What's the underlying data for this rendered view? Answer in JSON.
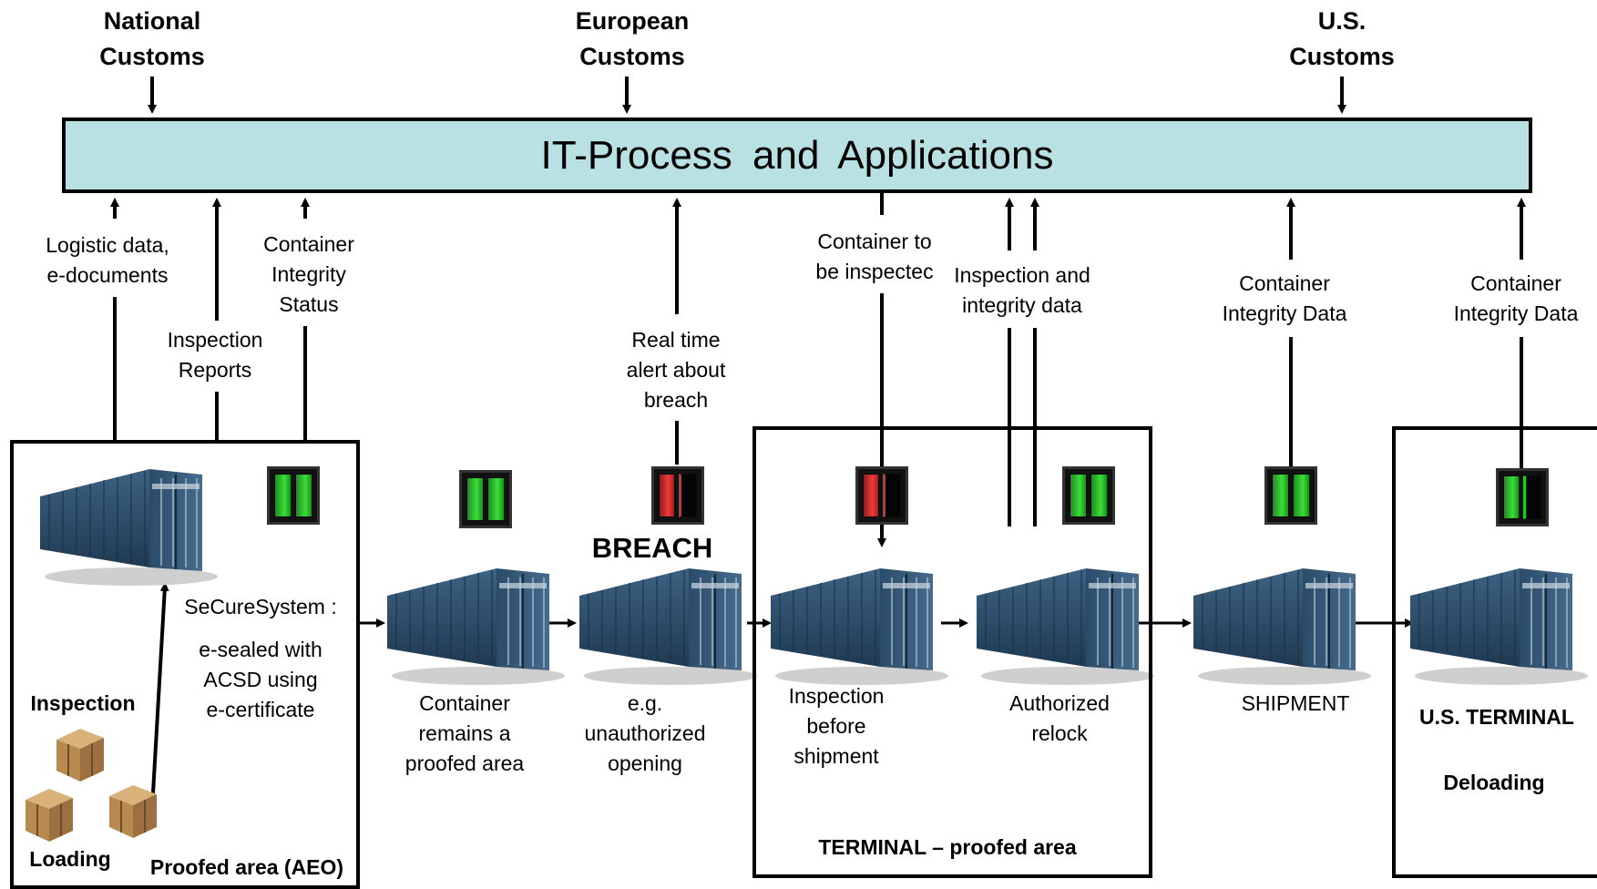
{
  "customs": {
    "national": [
      "National",
      "Customs"
    ],
    "european": [
      "European",
      "Customs"
    ],
    "us": [
      "U.S.",
      "Customs"
    ]
  },
  "it_bar": {
    "title": "IT-Process  and  Applications"
  },
  "flows": {
    "logistic": [
      "Logistic data,",
      "e-documents"
    ],
    "inspection_reports": [
      "Inspection",
      "Reports"
    ],
    "integrity_status": [
      "Container",
      "Integrity",
      "Status"
    ],
    "realtime_alert": [
      "Real time",
      "alert about",
      "breach"
    ],
    "to_be_inspected": [
      "Container to",
      "be inspectec"
    ],
    "inspection_integrity": [
      "Inspection and",
      "integrity data"
    ],
    "integrity_data_1": [
      "Container",
      "Integrity Data"
    ],
    "integrity_data_2": [
      "Container",
      "Integrity Data"
    ]
  },
  "stages": {
    "aeo_area": {
      "secure": [
        "SeCureSystem :",
        "e-sealed with",
        "ACSD using",
        "e-certificate"
      ],
      "inspection": "Inspection",
      "loading": "Loading",
      "area": "Proofed area (AEO)"
    },
    "remains": [
      "Container",
      "remains a",
      "proofed area"
    ],
    "breach": {
      "heading": "BREACH",
      "caption": [
        "e.g.",
        "unauthorized",
        "opening"
      ]
    },
    "inspection_before": [
      "Inspection",
      "before",
      "shipment"
    ],
    "relock": [
      "Authorized",
      "relock"
    ],
    "terminal": "TERMINAL  – proofed area",
    "shipment": "SHIPMENT",
    "us_terminal": {
      "title": "U.S. TERMINAL",
      "sub": "Deloading"
    }
  },
  "seal_states": [
    "sealed",
    "sealed",
    "breached",
    "breached",
    "sealed",
    "sealed",
    "partially-open"
  ],
  "colors": {
    "it_bar": "#b9e0e3",
    "container": "#2c4a63",
    "seal_green": "#3cdc3c",
    "seal_red": "#f03a3a"
  }
}
